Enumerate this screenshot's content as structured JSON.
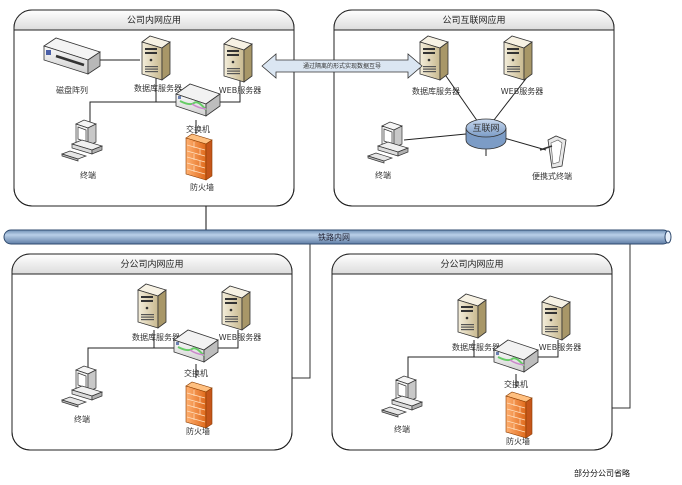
{
  "diagram": {
    "backbone_label": "铁路内网",
    "note": "部分分公司省略",
    "exchange_arrow_label": "通过隔离的形式实现数据互导",
    "panels": {
      "hq_intranet": {
        "title": "公司内网应用",
        "disk_array": "磁盘阵列",
        "db_server": "数据库服务器",
        "web_server": "WEB服务器",
        "switch": "交换机",
        "terminal": "终端",
        "firewall": "防火墙"
      },
      "hq_internet": {
        "title": "公司互联网应用",
        "db_server": "数据库服务器",
        "web_server": "WEB服务器",
        "internet": "互联网",
        "terminal": "终端",
        "mobile": "便携式终端"
      },
      "branch_1": {
        "title": "分公司内网应用",
        "db_server": "数据库服务器",
        "web_server": "WEB服务器",
        "switch": "交换机",
        "terminal": "终端",
        "firewall": "防火墙"
      },
      "branch_2": {
        "title": "分公司内网应用",
        "db_server": "数据库服务器",
        "web_server": "WEB服务器",
        "switch": "交换机",
        "terminal": "终端",
        "firewall": "防火墙"
      }
    },
    "colors": {
      "backbone": "#9db9d8",
      "firewall": "#f08a3c",
      "server": "#e8dcc0",
      "cloud": "#a9c1de",
      "arrow": "#dbe6f2"
    }
  }
}
